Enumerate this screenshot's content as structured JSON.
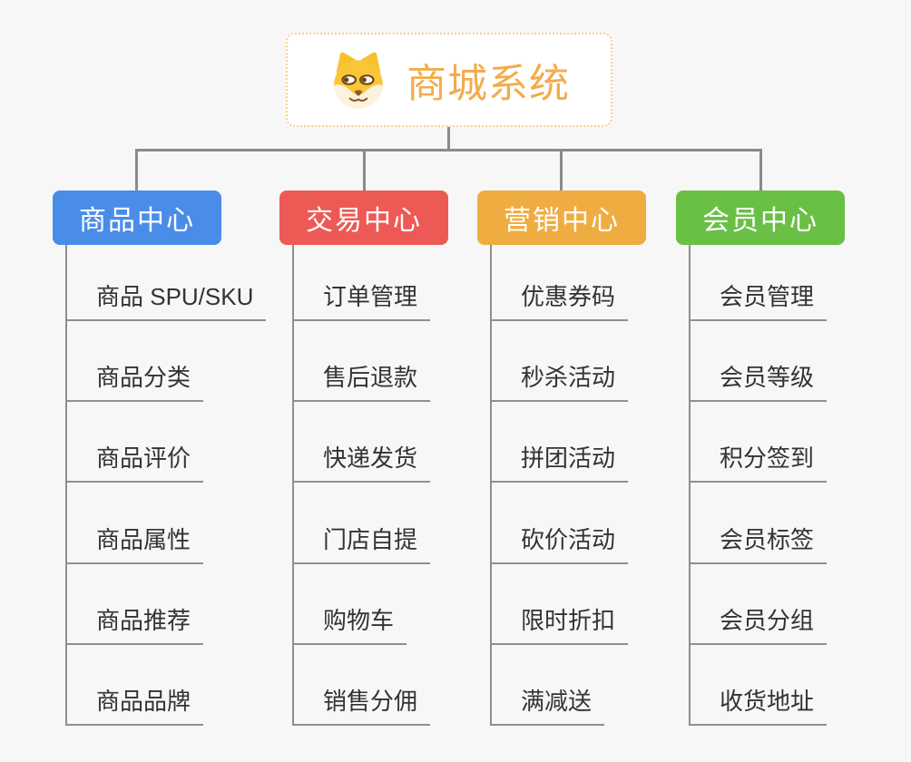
{
  "root": {
    "title": "商城系统",
    "icon": "dog-face-icon"
  },
  "branches": [
    {
      "id": "product-center",
      "label": "商品中心",
      "color": "#4a8de9",
      "children": [
        "商品 SPU/SKU",
        "商品分类",
        "商品评价",
        "商品属性",
        "商品推荐",
        "商品品牌"
      ]
    },
    {
      "id": "trade-center",
      "label": "交易中心",
      "color": "#ed5a55",
      "children": [
        "订单管理",
        "售后退款",
        "快递发货",
        "门店自提",
        "购物车",
        "销售分佣"
      ]
    },
    {
      "id": "marketing-center",
      "label": "营销中心",
      "color": "#efad41",
      "children": [
        "优惠券码",
        "秒杀活动",
        "拼团活动",
        "砍价活动",
        "限时折扣",
        "满减送"
      ]
    },
    {
      "id": "member-center",
      "label": "会员中心",
      "color": "#6abf45",
      "children": [
        "会员管理",
        "会员等级",
        "积分签到",
        "会员标签",
        "会员分组",
        "收货地址"
      ]
    }
  ],
  "colors": {
    "background": "#f7f7f8",
    "connector_line": "#8a8a8a",
    "leaf_underline": "#8f8f8f",
    "leaf_text": "#333333",
    "root_border": "#f7d08c",
    "root_title": "#f2ac4b"
  }
}
